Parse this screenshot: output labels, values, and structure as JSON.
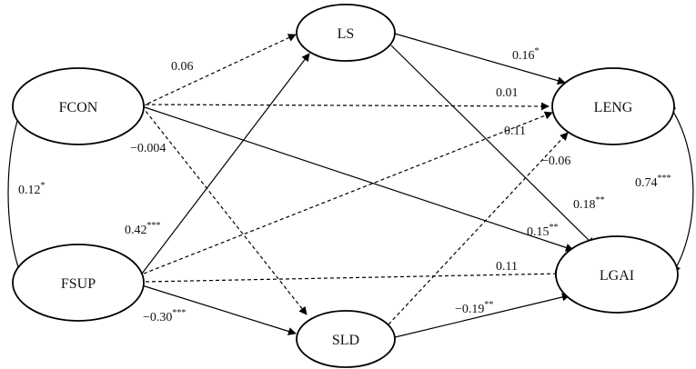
{
  "nodes": {
    "fcon": "FCON",
    "fsup": "FSUP",
    "ls": "LS",
    "sld": "SLD",
    "leng": "LENG",
    "lgai": "LGAI"
  },
  "coefficients": {
    "fcon_ls": {
      "value": "0.06",
      "sig": ""
    },
    "fcon_leng": {
      "value": "0.01",
      "sig": ""
    },
    "fcon_sld": {
      "value": "−0.004",
      "sig": ""
    },
    "fcon_lgai": {
      "value": "0.15",
      "sig": "**"
    },
    "fsup_ls": {
      "value": "0.42",
      "sig": "***"
    },
    "fsup_leng": {
      "value": "0.11",
      "sig": ""
    },
    "fsup_lgai": {
      "value": "0.11",
      "sig": ""
    },
    "fsup_sld": {
      "value": "−0.30",
      "sig": "***"
    },
    "ls_leng": {
      "value": "0.16",
      "sig": "*"
    },
    "ls_lgai": {
      "value": "0.18",
      "sig": "**"
    },
    "sld_leng": {
      "value": "−0.06",
      "sig": ""
    },
    "sld_lgai": {
      "value": "−0.19",
      "sig": "**"
    },
    "fcon_fsup_cov": {
      "value": "0.12",
      "sig": "*"
    },
    "leng_lgai_cov": {
      "value": "0.74",
      "sig": "***"
    }
  },
  "legend_styles": {
    "significant_path": "solid",
    "nonsignificant_path": "dashed"
  }
}
